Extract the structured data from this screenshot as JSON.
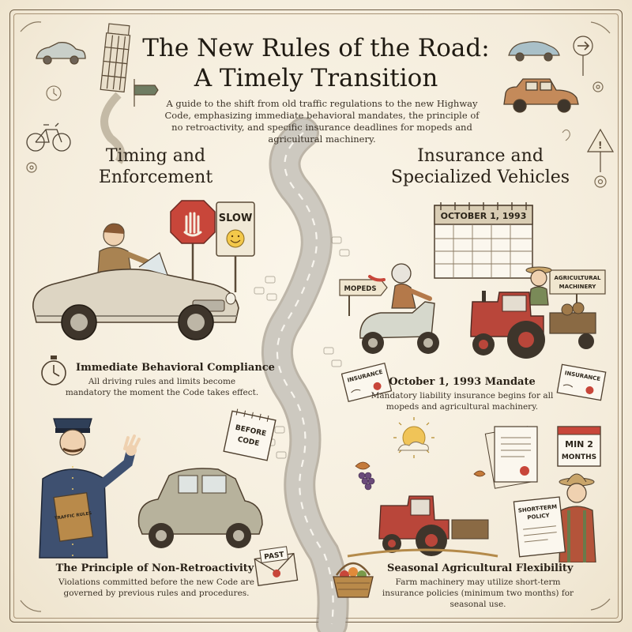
{
  "header": {
    "title_line1": "The New Rules of the Road:",
    "title_line2": "A Timely Transition",
    "subtitle": "A guide to the shift from old traffic regulations to the new Highway Code, emphasizing immediate behavioral mandates, the principle of no retroactivity, and specific insurance deadlines for mopeds and agricultural machinery."
  },
  "sections": {
    "left": {
      "line1": "Timing and",
      "line2": "Enforcement"
    },
    "right": {
      "line1": "Insurance and",
      "line2": "Specialized Vehicles"
    }
  },
  "items": {
    "behavioral": {
      "title": "Immediate Behavioral Compliance",
      "desc": "All driving rules and limits become mandatory the moment the Code takes effect."
    },
    "mandate": {
      "title": "October 1, 1993 Mandate",
      "desc": "Mandatory liability insurance begins for all mopeds and agricultural machinery."
    },
    "retroactivity": {
      "title": "The Principle of Non-Retroactivity",
      "desc": "Violations committed before the new Code are governed by previous rules and procedures."
    },
    "seasonal": {
      "title": "Seasonal Agricultural Flexibility",
      "desc": "Farm machinery may utilize short-term insurance policies (minimum two months) for seasonal use."
    }
  },
  "signs": {
    "slow": "SLOW",
    "calendar_date": "OCTOBER 1, 1993",
    "mopeds": "MOPEDS",
    "agri_line1": "AGRICULTURAL",
    "agri_line2": "MACHINERY",
    "insurance": "INSURANCE",
    "before_line1": "BEFORE",
    "before_line2": "CODE",
    "past": "PAST",
    "min_line1": "MIN 2",
    "min_line2": "MONTHS",
    "policy_line1": "SHORT-TERM",
    "policy_line2": "POLICY",
    "book": "TRAFFIC RULES"
  },
  "colors": {
    "background": "#f6efe0",
    "ink": "#2b2419",
    "stop_red": "#c8463a",
    "tractor_red": "#b9463a",
    "road_gray": "#c9c5bd"
  }
}
